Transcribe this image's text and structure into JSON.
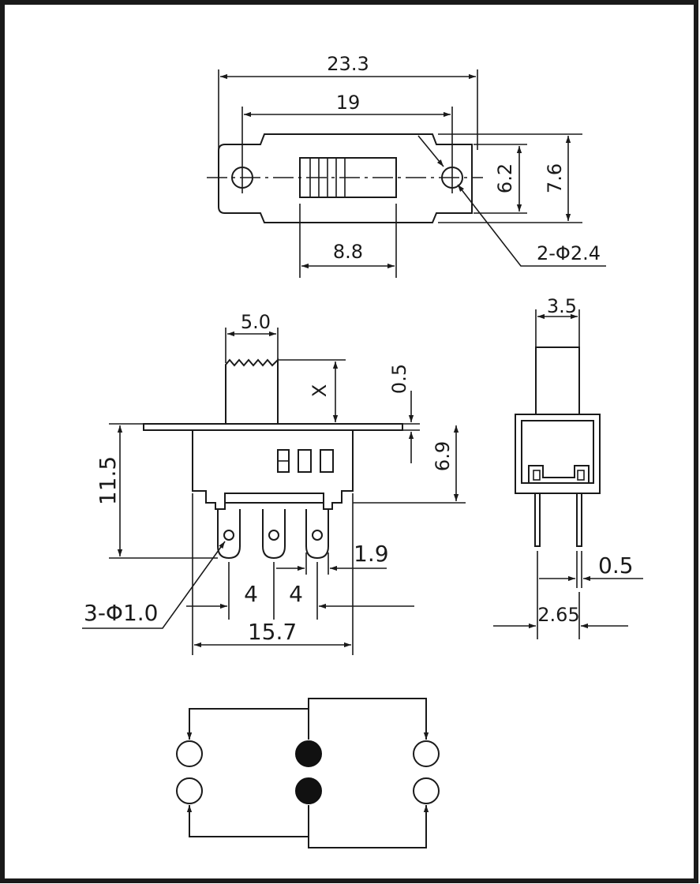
{
  "top_view": {
    "overall_width": "23.3",
    "hole_pitch": "19",
    "inner_height": "6.2",
    "overall_height": "7.6",
    "slot_width": "8.8",
    "hole_callout": "2-Φ2.4"
  },
  "front_view": {
    "knob_width": "5.0",
    "knob_travel": "X",
    "plate_thickness": "0.5",
    "body_height": "6.9",
    "total_height": "11.5",
    "pin_width": "1.9",
    "pin_pitch_left": "4",
    "pin_pitch_right": "4",
    "body_width": "15.7",
    "pin_callout": "3-Φ1.0"
  },
  "side_view": {
    "knob_depth": "3.5",
    "pin_thickness": "0.5",
    "pin_spacing": "2.65"
  },
  "schematic": {
    "terminals": [
      {
        "row": "top",
        "col": "left",
        "state": "open"
      },
      {
        "row": "top",
        "col": "center",
        "state": "common"
      },
      {
        "row": "top",
        "col": "right",
        "state": "open"
      },
      {
        "row": "bottom",
        "col": "left",
        "state": "open"
      },
      {
        "row": "bottom",
        "col": "center",
        "state": "common"
      },
      {
        "row": "bottom",
        "col": "right",
        "state": "open"
      }
    ]
  },
  "colors": {
    "line": "#1a1a1a",
    "background": "#ffffff",
    "common_terminal": "#111111"
  }
}
